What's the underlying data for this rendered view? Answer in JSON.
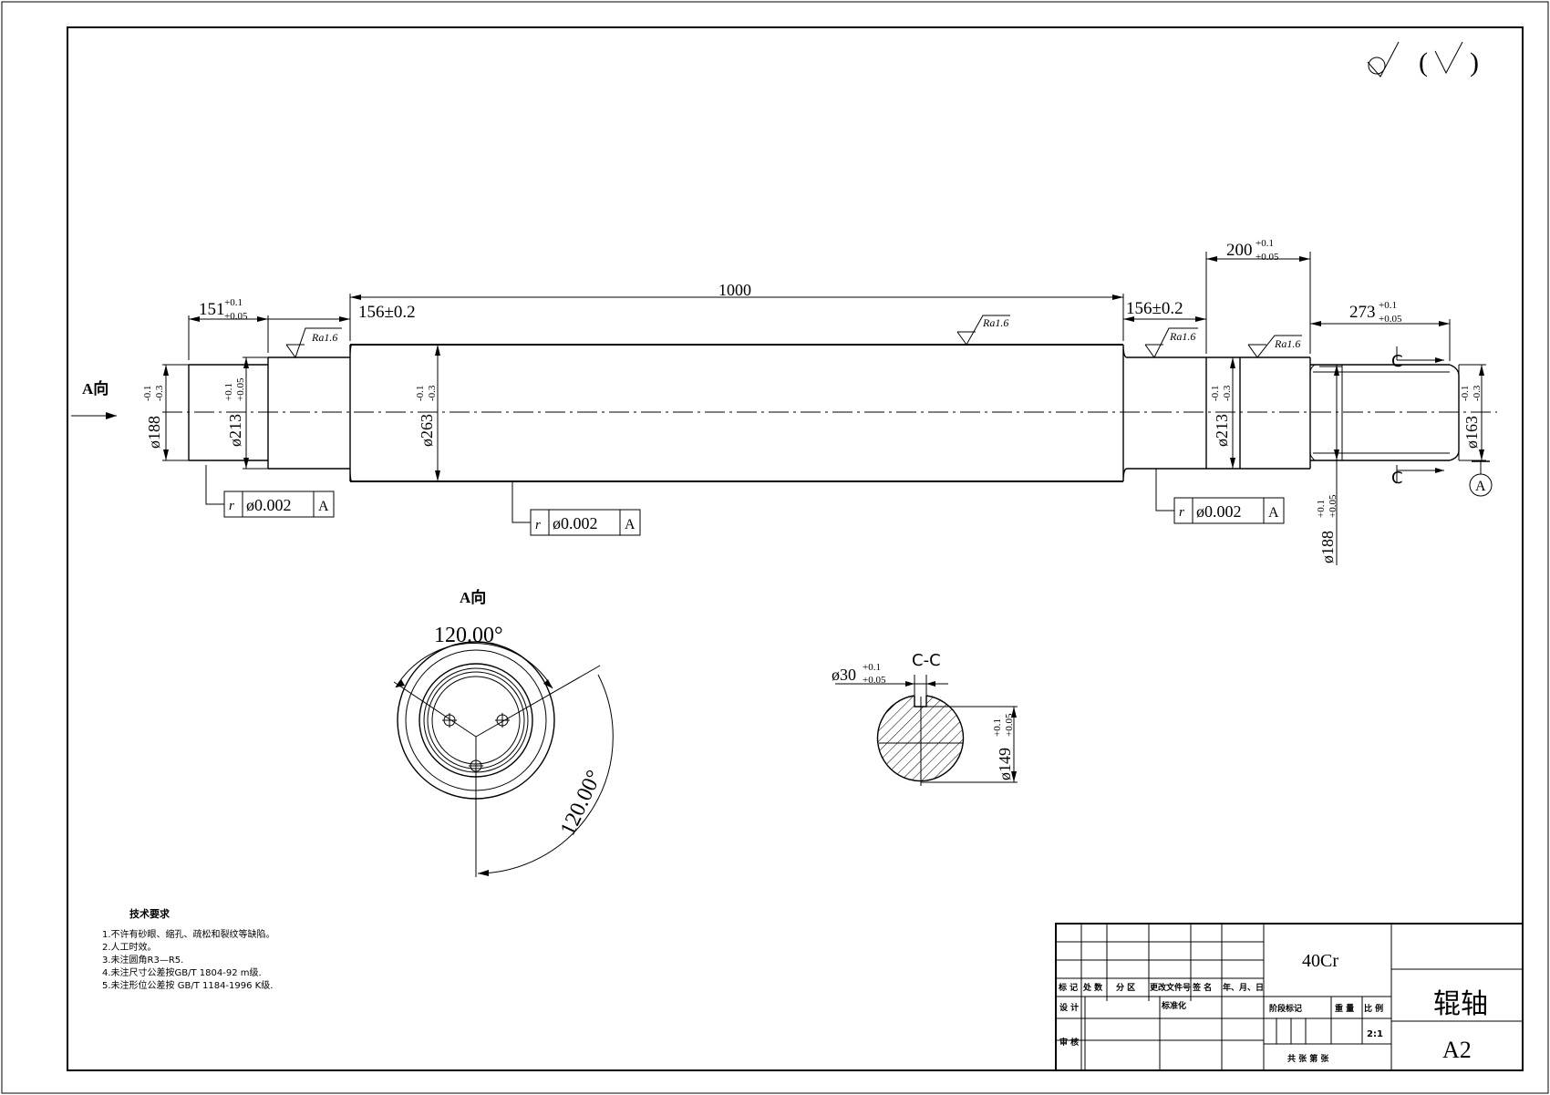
{
  "view_label": "A向",
  "roughness": {
    "general": "Ra1.6"
  },
  "dims": {
    "len_left_end": "151",
    "len_left_end_tol_up": "+0.1",
    "len_left_end_tol_lo": "+0.05",
    "len_left_journal": "156±0.2",
    "len_body": "1000",
    "len_right_journal": "156±0.2",
    "len_right_step": "200",
    "len_right_step_tol_up": "+0.1",
    "len_right_step_tol_lo": "+0.05",
    "len_right_end": "273",
    "len_right_end_tol_up": "+0.1",
    "len_right_end_tol_lo": "+0.05",
    "d188": "ø188",
    "d188_tol_up": "-0.1",
    "d188_tol_lo": "-0.3",
    "d213": "ø213",
    "d213_tol_up": "+0.1",
    "d213_tol_lo": "+0.05",
    "d263": "ø263",
    "d263_tol_up": "-0.1",
    "d263_tol_lo": "-0.3",
    "d213r": "ø213",
    "d213r_tol_up": "-0.1",
    "d213r_tol_lo": "-0.3",
    "d163": "ø163",
    "d163_tol_up": "-0.1",
    "d163_tol_lo": "-0.3",
    "d188r": "ø188",
    "d188r_tol_up": "+0.1",
    "d188r_tol_lo": "+0.05",
    "key_width": "ø30",
    "key_width_tol_up": "+0.1",
    "key_width_tol_lo": "+0.05",
    "section_dia": "ø149",
    "section_dia_tol_up": "+0.1",
    "section_dia_tol_lo": "+0.05",
    "angle_a": "120.00°",
    "angle_b": "120.00°"
  },
  "gdt": {
    "symbol": "r",
    "value": "ø0.002",
    "datum": "A"
  },
  "datum_label": "A",
  "section_marker": "C",
  "section_title": "C-C",
  "tech_req": {
    "title": "技术要求",
    "items": [
      "1.不许有砂眼、缩孔、疏松和裂纹等缺陷。",
      "2.人工时效。",
      "3.未注圆角R3—R5.",
      "4.未注尺寸公差按GB/T 1804-92 m级.",
      "5.未注形位公差按 GB/T 1184-1996 K级."
    ]
  },
  "title_block": {
    "material": "40Cr",
    "part_name": "辊轴",
    "drawing_no": "A2",
    "scale": "2:1",
    "h_mark": "标 记",
    "h_count": "处 数",
    "h_zone": "分 区",
    "h_doc": "更改文件号",
    "h_sign": "签 名",
    "h_date": "年、月、日",
    "design": "设 计",
    "standard": "标准化",
    "review": "审 核",
    "stage_mark": "阶段标记",
    "weight": "重 量",
    "ratio": "比 例",
    "sheets": "共  张   第  张"
  }
}
